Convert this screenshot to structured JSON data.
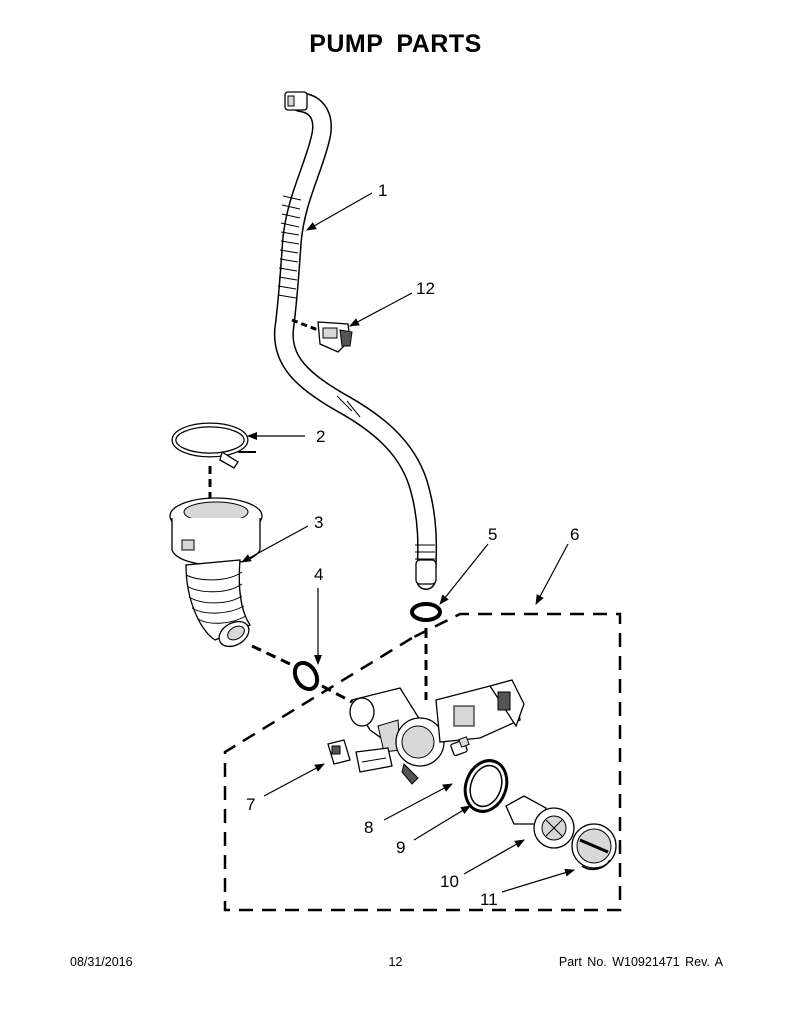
{
  "title": "PUMP PARTS",
  "callouts": [
    "1",
    "2",
    "3",
    "4",
    "5",
    "6",
    "7",
    "8",
    "9",
    "10",
    "11",
    "12"
  ],
  "footer": {
    "date": "08/31/2016",
    "page": "12",
    "part": "Part No.  W10921471  Rev.  A"
  }
}
